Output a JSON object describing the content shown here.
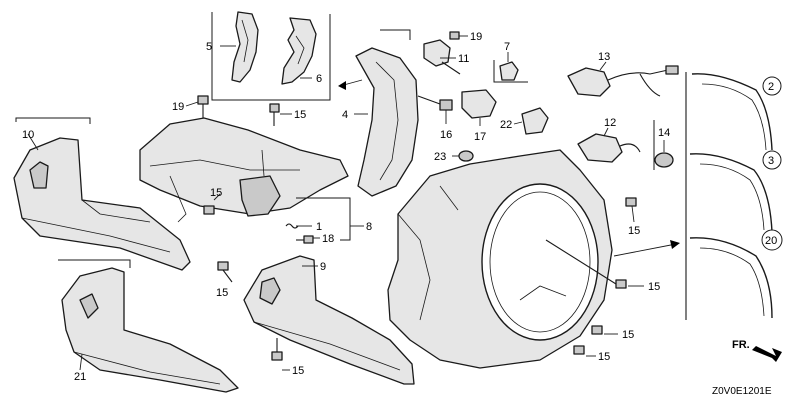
{
  "diagram": {
    "labels": {
      "p1": "1",
      "p2": "2",
      "p3": "3",
      "p4": "4",
      "p5": "5",
      "p6": "6",
      "p7": "7",
      "p8": "8",
      "p9": "9",
      "p10": "10",
      "p11": "11",
      "p12": "12",
      "p13": "13",
      "p14": "14",
      "p15a": "15",
      "p15b": "15",
      "p15c": "15",
      "p15d": "15",
      "p15e": "15",
      "p15f": "15",
      "p15g": "15",
      "p15h": "15",
      "p16": "16",
      "p17": "17",
      "p18": "18",
      "p19a": "19",
      "p19b": "19",
      "p20": "20",
      "p21": "21",
      "p22": "22",
      "p23": "23"
    },
    "front_marker": "FR.",
    "code": "Z0V0E1201E"
  }
}
